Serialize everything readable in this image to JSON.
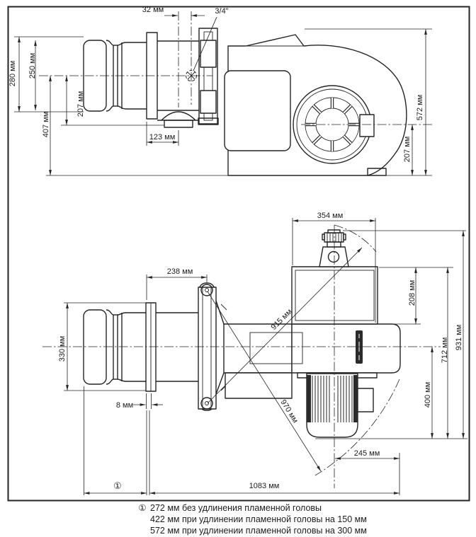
{
  "top_view": {
    "dims": {
      "w32": "32 мм",
      "gas_connection": "3/4\"",
      "h280": "280 мм",
      "h250": "250 мм",
      "h207_left": "207 мм",
      "h407": "407 мм",
      "w123": "123 мм",
      "h572": "572 мм",
      "h207_right": "207 мм"
    }
  },
  "bottom_view": {
    "dims": {
      "w354": "354 мм",
      "w238": "238 мм",
      "h330": "330 мм",
      "h208": "208 мм",
      "r915": "915 мм",
      "r970": "970 мм",
      "h931": "931 мм",
      "h712": "712 мм",
      "h400": "400 мм",
      "w8": "8 мм",
      "w245": "245 мм",
      "w1083": "1083 мм",
      "ref_marker": "①"
    }
  },
  "footnote": {
    "marker": "①",
    "lines": [
      "272 мм без удлинения пламенной головы",
      "422 мм при удлинении пламенной головы на 150 мм",
      "572 мм при удлинении пламенной головы на 300 мм"
    ]
  },
  "colors": {
    "line": "#242424",
    "background": "#ffffff"
  }
}
